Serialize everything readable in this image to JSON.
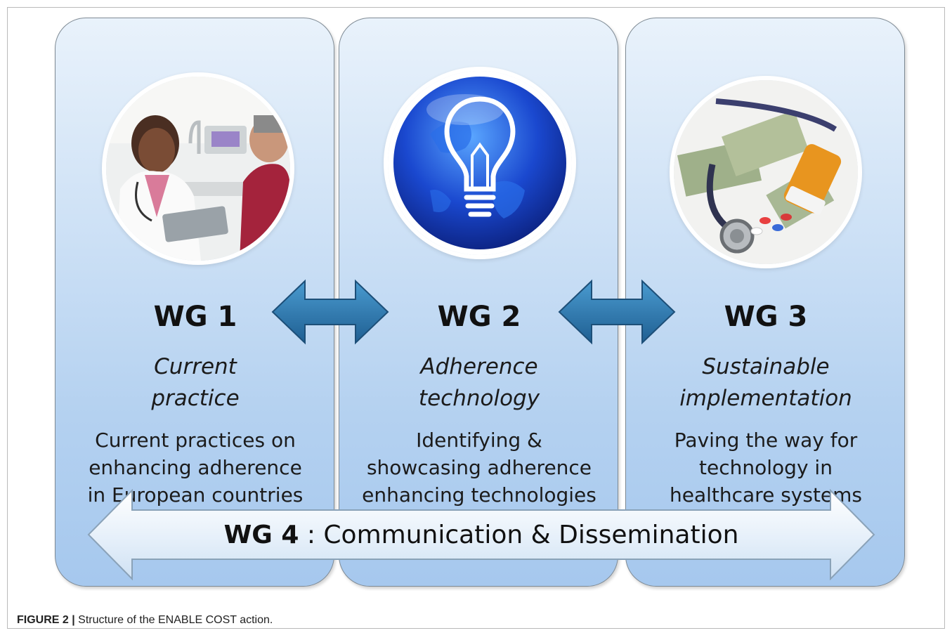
{
  "groups": [
    {
      "title": "WG 1",
      "subtitle_lines": [
        "Current",
        "practice"
      ],
      "description_lines": [
        "Current practices on",
        "enhancing adherence",
        "in European countries"
      ],
      "image_icon": "doctor-patient-tablet-photo"
    },
    {
      "title": "WG 2",
      "subtitle_lines": [
        "Adherence",
        "technology"
      ],
      "description_lines": [
        "Identifying &",
        "showcasing adherence",
        "enhancing technologies"
      ],
      "image_icon": "globe-lightbulb-icon"
    },
    {
      "title": "WG 3",
      "subtitle_lines": [
        "Sustainable",
        "implementation"
      ],
      "description_lines": [
        "Paving the way for",
        "technology in",
        "healthcare systems"
      ],
      "image_icon": "money-stethoscope-pills-photo"
    }
  ],
  "wg4": {
    "prefix": "WG 4",
    "separator": " : ",
    "label": "Communication & Dissemination"
  },
  "caption": {
    "label": "FIGURE 2 |",
    "text": " Structure of the ENABLE COST action."
  },
  "colors": {
    "panel_fill": "#bcd6f2",
    "arrow_blue": "#2e7bb1",
    "text": "#111111"
  }
}
